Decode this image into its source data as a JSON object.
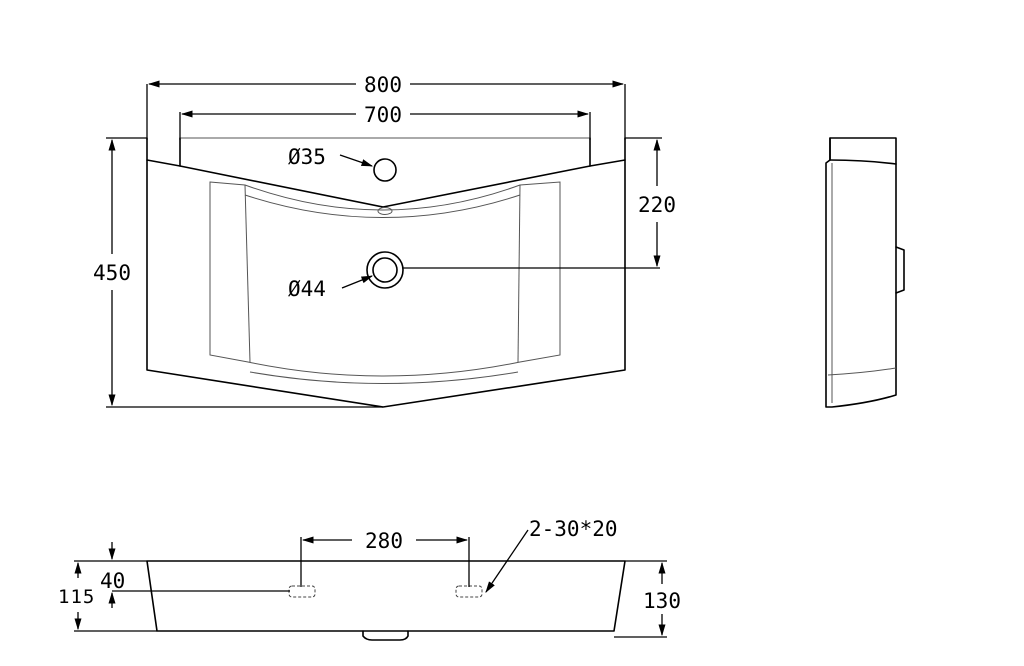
{
  "top_view": {
    "overall_width": "800",
    "inner_width": "700",
    "depth": "450",
    "drain_offset": "220",
    "tap_hole": "Ø35",
    "drain_hole": "Ø44"
  },
  "front_view": {
    "bracket_spacing": "280",
    "bracket_slots": "2-30*20",
    "bracket_top_offset": "40",
    "bracket_height": "115",
    "basin_height": "130"
  }
}
